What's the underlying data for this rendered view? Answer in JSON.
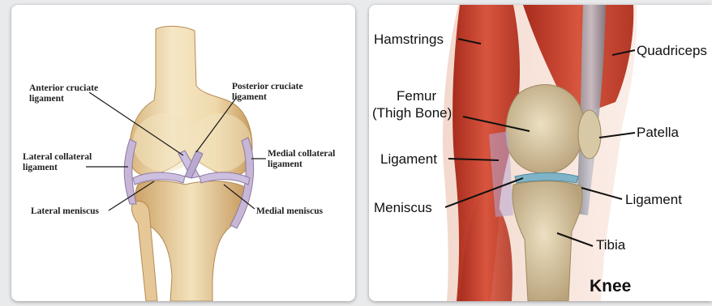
{
  "left_diagram": {
    "labels": {
      "acl_line1": "Anterior cruciate",
      "acl_line2": "ligament",
      "pcl_line1": "Posterior cruciate",
      "pcl_line2": "ligament",
      "lcl_line1": "Lateral collateral",
      "lcl_line2": "ligament",
      "mcl_line1": "Medial collateral",
      "mcl_line2": "ligament",
      "lateral_meniscus": "Lateral meniscus",
      "medial_meniscus": "Medial meniscus"
    }
  },
  "right_diagram": {
    "title": "Knee",
    "labels": {
      "hamstrings": "Hamstrings",
      "quadriceps": "Quadriceps",
      "femur_line1": "Femur",
      "femur_line2": "(Thigh Bone)",
      "patella": "Patella",
      "ligament_left": "Ligament",
      "ligament_right": "Ligament",
      "meniscus": "Meniscus",
      "tibia": "Tibia"
    }
  },
  "colors": {
    "bone": "#f1dfb7",
    "bone_shadow": "#c9a26a",
    "ligament": "#b8a9c9",
    "muscle": "#c9402e",
    "muscle_dark": "#9e2a1d",
    "background": "#e9eaec"
  }
}
